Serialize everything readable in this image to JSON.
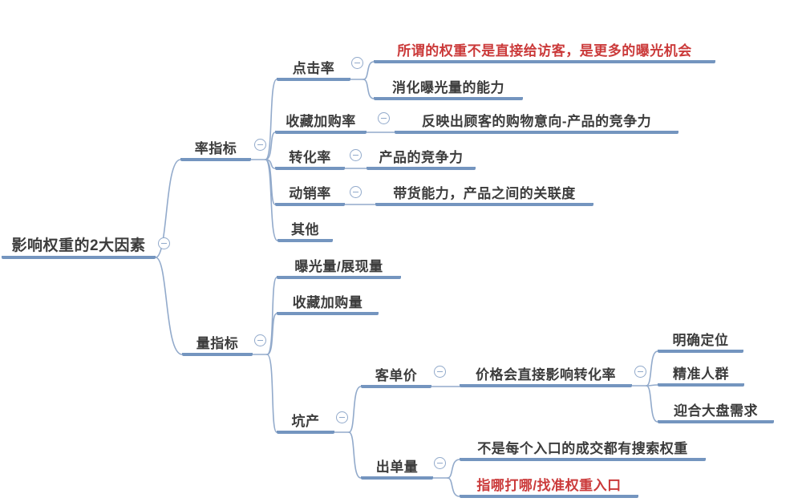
{
  "palette": {
    "background": "#ffffff",
    "node_underline_blue": "#7495bf",
    "connector_blue": "#92aacb",
    "text_dark": "#3c3c3c",
    "text_red": "#cb3a3a"
  },
  "icons": {
    "collapse": "minus-in-circle"
  },
  "mindmap": {
    "root": {
      "label": "影响权重的2大因素",
      "children": [
        {
          "label": "率指标",
          "children": [
            {
              "label": "点击率",
              "children": [
                {
                  "label": "所谓的权重不是直接给访客，是更多的曝光机会",
                  "emphasis": "red"
                },
                {
                  "label": "消化曝光量的能力"
                }
              ]
            },
            {
              "label": "收藏加购率",
              "children": [
                {
                  "label": "反映出顾客的购物意向-产品的竞争力"
                }
              ]
            },
            {
              "label": "转化率",
              "children": [
                {
                  "label": "产品的竞争力"
                }
              ]
            },
            {
              "label": "动销率",
              "children": [
                {
                  "label": "带货能力，产品之间的关联度"
                }
              ]
            },
            {
              "label": "其他"
            }
          ]
        },
        {
          "label": "量指标",
          "children": [
            {
              "label": "曝光量/展现量"
            },
            {
              "label": "收藏加购量"
            },
            {
              "label": "坑产",
              "children": [
                {
                  "label": "客单价",
                  "children": [
                    {
                      "label": "价格会直接影响转化率",
                      "children": [
                        {
                          "label": "明确定位"
                        },
                        {
                          "label": "精准人群"
                        },
                        {
                          "label": "迎合大盘需求"
                        }
                      ]
                    }
                  ]
                },
                {
                  "label": "出单量",
                  "children": [
                    {
                      "label": "不是每个入口的成交都有搜索权重"
                    },
                    {
                      "label": "指哪打哪/找准权重入口",
                      "emphasis": "red"
                    }
                  ]
                }
              ]
            }
          ]
        }
      ]
    }
  }
}
